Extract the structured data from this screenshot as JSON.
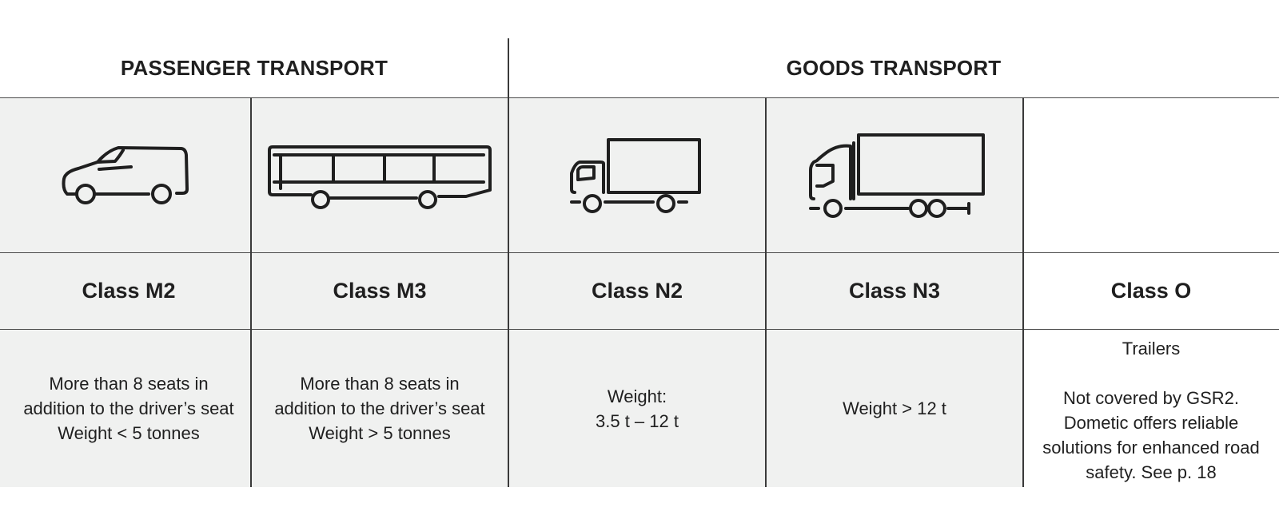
{
  "groups": {
    "passenger": "PASSENGER TRANSPORT",
    "goods": "GOODS TRANSPORT"
  },
  "classes": [
    {
      "icon": "van-icon",
      "label": "Class M2",
      "description": [
        "More than 8 seats in",
        "addition to the driver’s seat",
        "Weight < 5 tonnes"
      ]
    },
    {
      "icon": "bus-icon",
      "label": "Class M3",
      "description": [
        "More than 8 seats in",
        "addition to the driver’s seat",
        "Weight > 5 tonnes"
      ]
    },
    {
      "icon": "medium-truck-icon",
      "label": "Class N2",
      "description": [
        "Weight:",
        "3.5 t – 12 t"
      ]
    },
    {
      "icon": "heavy-truck-icon",
      "label": "Class N3",
      "description": [
        "Weight > 12 t"
      ]
    },
    {
      "icon": "",
      "label": "Class O",
      "description_title": "Trailers",
      "description": [
        "Not covered by GSR2.",
        "Dometic offers reliable",
        "solutions for enhanced road",
        "safety. See p. 18"
      ]
    }
  ],
  "colors": {
    "shaded_cell": "#f0f1f0",
    "line": "#3a3a3a",
    "text": "#1f1f1f"
  }
}
